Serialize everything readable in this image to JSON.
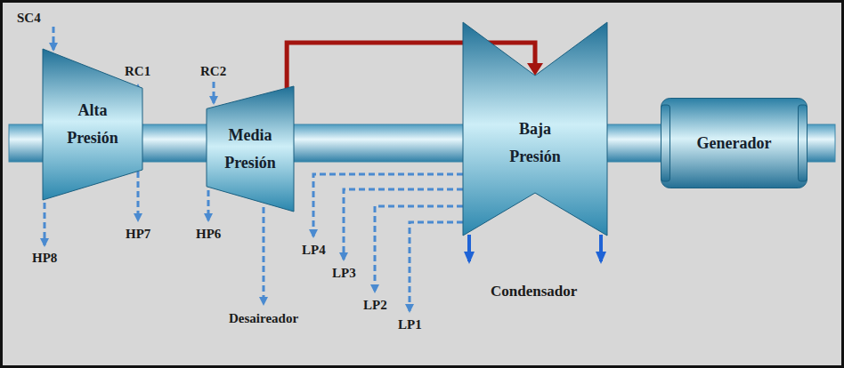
{
  "diagram": {
    "nodes": [
      {
        "text": [
          "Alta Presión"
        ]
      },
      {
        "text": [
          "Media Presión"
        ]
      },
      {
        "text": [
          "Baja Presión"
        ]
      },
      {
        "text": [
          "Generador"
        ]
      }
    ],
    "edges": [
      {
        "from": 1,
        "to": 2,
        "arrow": "to"
      }
    ],
    "labels": [
      "SC4",
      "RC1",
      "RC2",
      "HP8",
      "HP7",
      "HP6",
      "Desaireador",
      "LP4",
      "LP3",
      "LP2",
      "LP1",
      "Condensador"
    ]
  }
}
